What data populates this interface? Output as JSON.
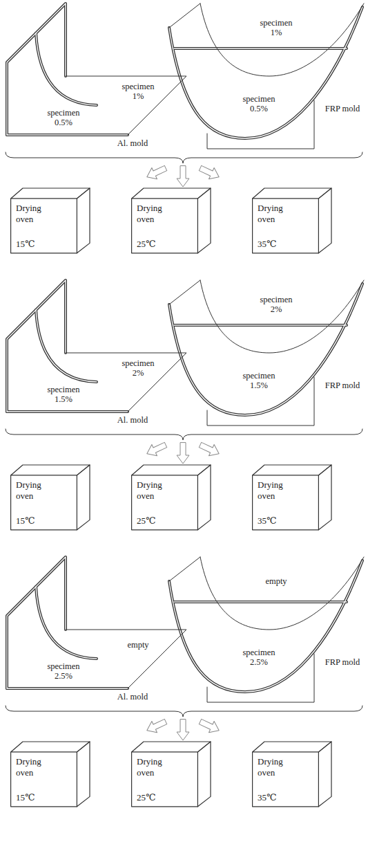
{
  "diagram": {
    "nodes": [
      {
        "text": [
          "Drying oven",
          "15℃"
        ]
      },
      {
        "text": [
          "Drying oven",
          "25℃"
        ]
      },
      {
        "text": [
          "Drying oven",
          "35℃"
        ]
      },
      {
        "text": [
          "Drying oven",
          "15℃"
        ]
      },
      {
        "text": [
          "Drying oven",
          "25℃"
        ]
      },
      {
        "text": [
          "Drying oven",
          "35℃"
        ]
      },
      {
        "text": [
          "Drying oven",
          "15℃"
        ]
      },
      {
        "text": [
          "Drying oven",
          "25℃"
        ]
      },
      {
        "text": [
          "Drying oven",
          "35℃"
        ]
      }
    ],
    "labels": [
      "specimen 1%",
      "specimen 0.5%",
      "Al. mold",
      "specimen 1%",
      "specimen 0.5%",
      "FRP mold",
      "specimen 2%",
      "specimen 1.5%",
      "Al. mold",
      "specimen 2%",
      "specimen 1.5%",
      "FRP mold",
      "empty",
      "specimen 2.5%",
      "Al. mold",
      "empty",
      "specimen 2.5%",
      "FRP mold"
    ]
  }
}
